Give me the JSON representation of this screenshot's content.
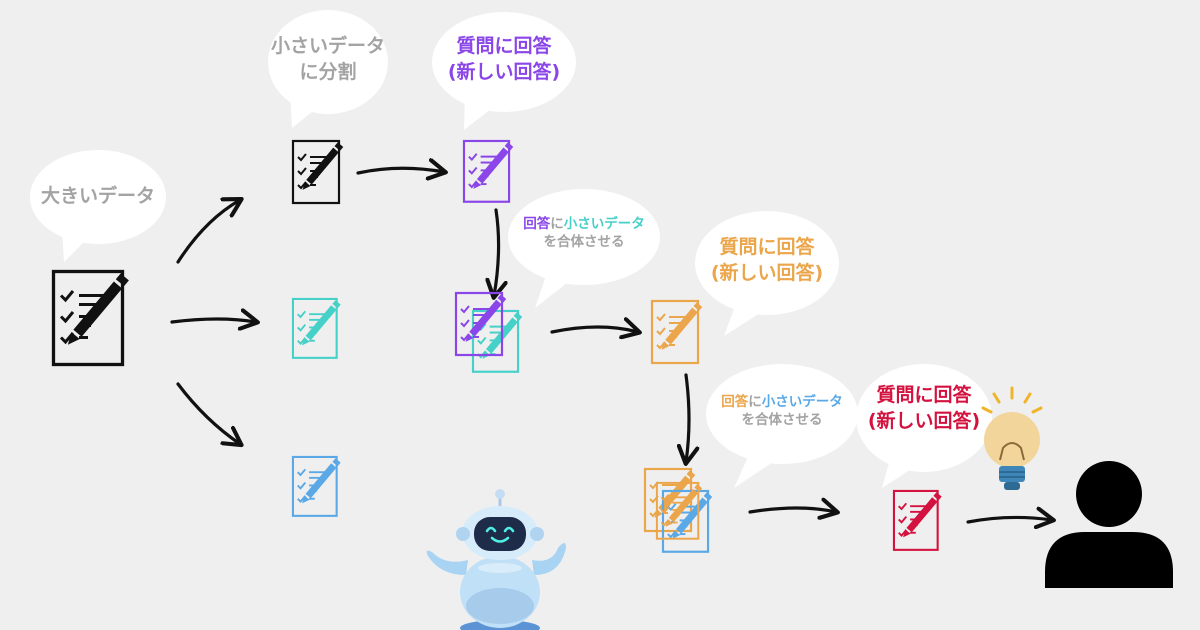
{
  "colors": {
    "background": "#efefef",
    "bubble": "#ffffff",
    "black": "#111111",
    "gray_text": "#a3a3a3",
    "purple": "#8a46e8",
    "teal": "#45d0c8",
    "blue": "#5ba8e6",
    "orange": "#eba54a",
    "crimson": "#d4123f"
  },
  "bubbles": {
    "big_data": {
      "label": "大きいデータ"
    },
    "split": {
      "line1": "小さいデータ",
      "line2": "に分割"
    },
    "answer1": {
      "line1": "質問に回答",
      "line2": "(新しい回答)"
    },
    "merge1": {
      "part1": "回答",
      "part2": "に",
      "part3": "小さいデータ",
      "line2": "を合体させる"
    },
    "answer2": {
      "line1": "質問に回答",
      "line2": "(新しい回答)"
    },
    "merge2": {
      "part1": "回答",
      "part2": "に",
      "part3": "小さいデータ",
      "line2": "を合体させる"
    },
    "answer3": {
      "line1": "質問に回答",
      "line2": "(新しい回答)"
    }
  },
  "icons": {
    "document": "document-checklist-pen-icon",
    "robot": "robot-mascot-icon",
    "bulb": "lightbulb-icon",
    "user": "user-silhouette-icon"
  }
}
